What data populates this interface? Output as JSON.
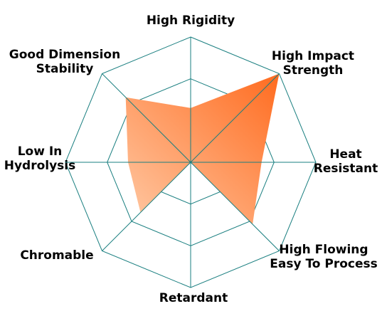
{
  "chart_data": {
    "type": "radar",
    "title": "",
    "axes": [
      "High Rigidity",
      "High Impact Strength",
      "Heat Resistant",
      "High Flowing Easy To Process",
      "Retardant",
      "Chromable",
      "Low In Hydrolysis",
      "Good Dimension Stability"
    ],
    "axis_label_lines": [
      [
        "High Rigidity"
      ],
      [
        "High Impact",
        "Strength"
      ],
      [
        "Heat",
        "Resistant"
      ],
      [
        "High Flowing",
        "Easy To Process"
      ],
      [
        "Retardant"
      ],
      [
        "Chromable"
      ],
      [
        "Low In",
        "Hydrolysis"
      ],
      [
        "Good Dimension",
        "Stability"
      ]
    ],
    "levels": 3,
    "range": [
      0,
      3
    ],
    "series": [
      {
        "values": [
          1.3,
          3.0,
          1.7,
          2.1,
          0.0,
          1.7,
          1.5,
          2.2
        ]
      }
    ],
    "colors": {
      "grid": "#1a7f80",
      "fill_light": "#ffc9a4",
      "fill_dark": "#ff6b1f"
    }
  }
}
